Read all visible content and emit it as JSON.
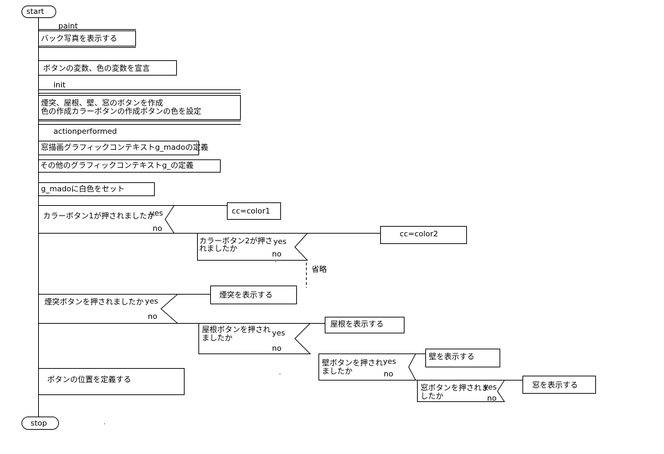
{
  "terminals": {
    "start": "start",
    "stop": "stop"
  },
  "sections": {
    "paint": "paint",
    "init": "init",
    "action": "actionperformed"
  },
  "process": {
    "back_photo": "バック写真を表示する",
    "declare_vars": "ボタンの変数、色の変数を宣言",
    "create_buttons_1": "煙突、屋根、壁、窓のボタンを作成",
    "create_buttons_2": "色の作成カラーボタンの作成ボタンの色を設定",
    "define_g_mado": "窓描画グラフィックコンテキストg_madoの定義",
    "define_g": "その他のグラフィックコンテキストg_の定義",
    "set_white": "g_madoに白色をセット",
    "define_pos": "ボタンの位置を定義する"
  },
  "decisions": {
    "color1": {
      "q": "カラーボタン1が押されましたか",
      "yes": "yes",
      "no": "no",
      "result": "cc=color1"
    },
    "color2": {
      "q1": "カラーボタン2が押さ",
      "q2": "れましたか",
      "yes": "yes",
      "no": "no",
      "result": "cc=color2"
    },
    "omit": "省略",
    "chimney": {
      "q": "煙突ボタンを押されましたか",
      "yes": "yes",
      "no": "no",
      "result": "煙突を表示する"
    },
    "roof": {
      "q1": "屋根ボタンを押され",
      "q2": "ましたか",
      "yes": "yes",
      "no": "no",
      "result": "屋根を表示する"
    },
    "wall": {
      "q1": "壁ボタンを押され",
      "q2": "ましたか",
      "yes": "yes",
      "no": "no",
      "result": "壁を表示する"
    },
    "window": {
      "q1": "窓ボタンを押されま",
      "q2": "したか",
      "yes": "yes",
      "no": "no",
      "result": "窓を表示する"
    }
  }
}
